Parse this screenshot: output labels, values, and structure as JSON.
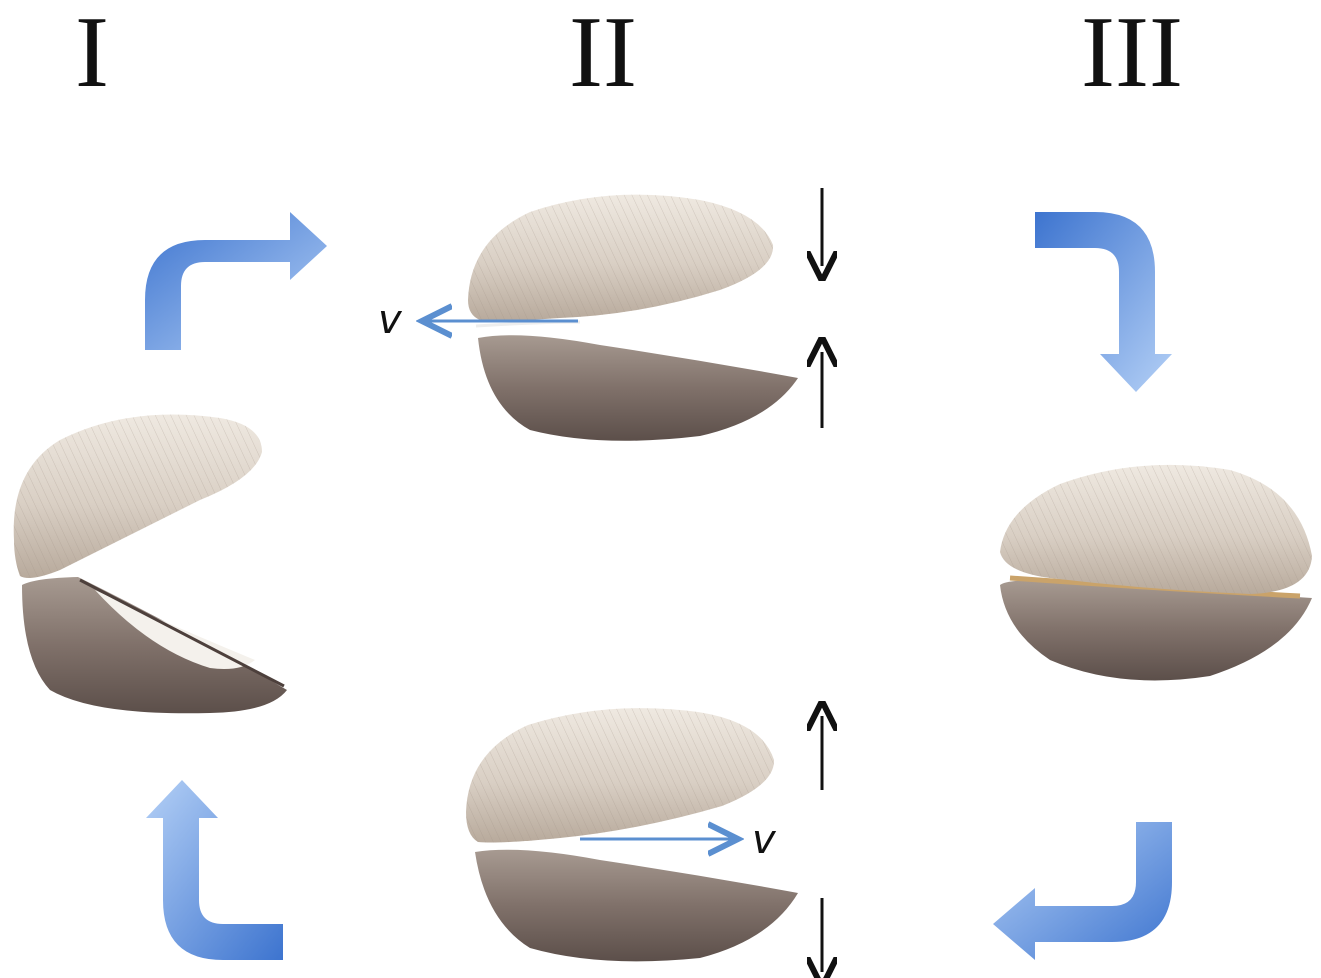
{
  "stages": [
    {
      "label": "I",
      "state": "open"
    },
    {
      "label": "II",
      "state": "closing"
    },
    {
      "label": "III",
      "state": "closed"
    },
    {
      "label": "II",
      "state": "opening"
    }
  ],
  "velocity_symbol": "v",
  "colors": {
    "flow_arrow": "#4f86d8",
    "flow_arrow_light": "#a9c8f3",
    "velocity_arrow": "#5b8fd0",
    "force_arrow": "#111111",
    "shell_light": "#e4ddd3",
    "shell_dark": "#6f6159"
  }
}
